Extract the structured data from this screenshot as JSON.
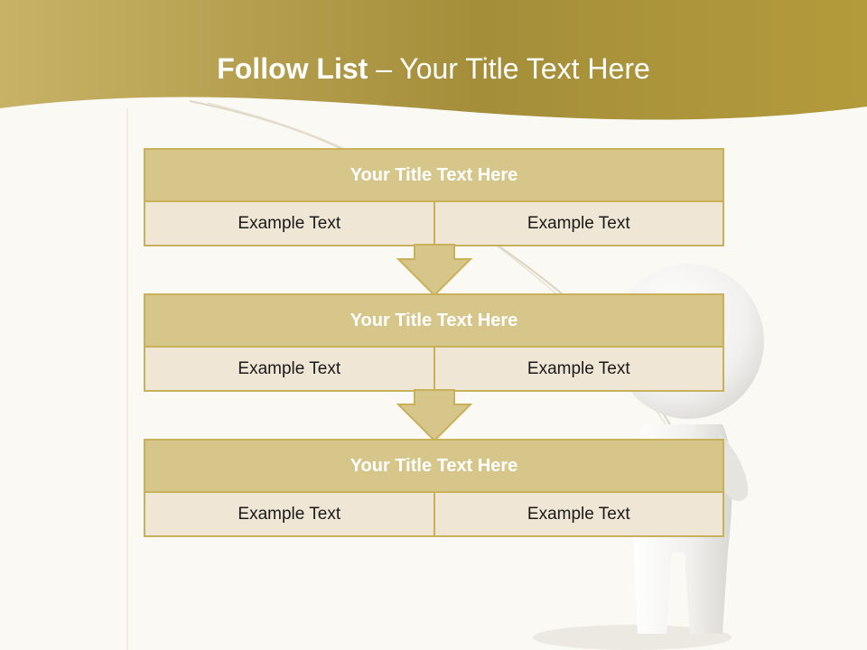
{
  "slide": {
    "title_bold": "Follow List",
    "title_rest": " – Your Title Text Here"
  },
  "colors": {
    "header_band": "#b59e3e",
    "block_header": "#d6c68a",
    "block_body": "#efe6d6",
    "block_border": "#c9b05a",
    "background": "#fbf9f4"
  },
  "steps": [
    {
      "title": "Your Title Text Here",
      "left": "Example Text",
      "right": "Example Text"
    },
    {
      "title": "Your Title Text Here",
      "left": "Example Text",
      "right": "Example Text"
    },
    {
      "title": "Your Title Text Here",
      "left": "Example Text",
      "right": "Example Text"
    }
  ]
}
